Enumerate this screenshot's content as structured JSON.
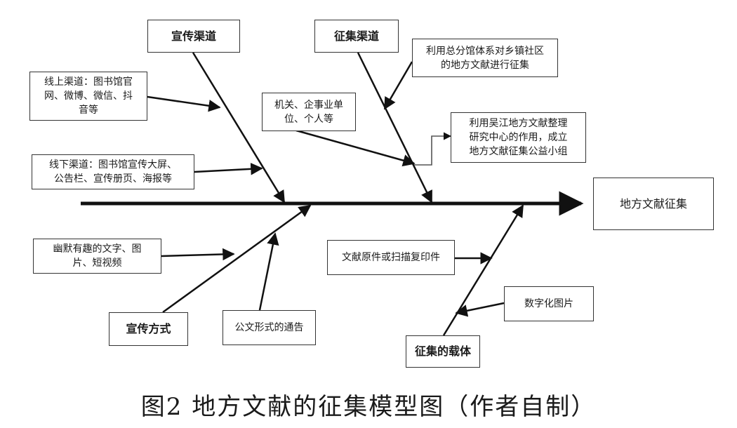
{
  "title_boxes": {
    "xuanchuan_qudao": "宣传渠道",
    "zhengji_qudao": "征集渠道",
    "xuanchuan_fangshi": "宣传方式",
    "zhengji_zaiti": "征集的载体"
  },
  "head": "地方文献征集",
  "causes": {
    "online": "线上渠道：图书馆官\n网、微博、微信、抖\n音等",
    "offline": "线下渠道：图书馆宣传大屏、\n公告栏、宣传册页、海报等",
    "system": "利用总分馆体系对乡镇社区\n的地方文献进行征集",
    "agencies": "机关、企事业单\n位、个人等",
    "wujiang": "利用吴江地方文献整理\n研究中心的作用，成立\n地方文献征集公益小组",
    "humor": "幽默有趣的文字、图\n片、短视频",
    "notice": "公文形式的通告",
    "original": "文献原件或扫描复印件",
    "digital": "数字化图片"
  },
  "caption": "图2 地方文献的征集模型图（作者自制）"
}
